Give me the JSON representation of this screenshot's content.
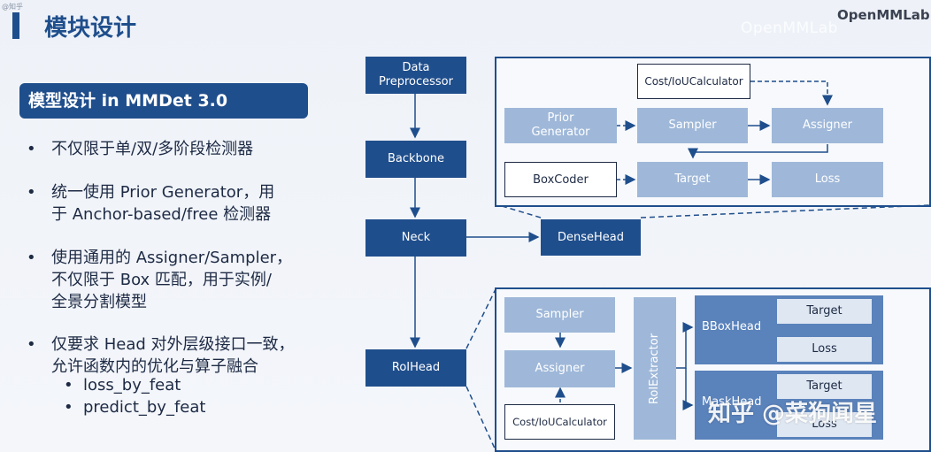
{
  "header": {
    "title": "模块设计",
    "logo": "OpenMMLab",
    "logo_ghost": "OpenMMLab",
    "corner_tiny": "@知乎"
  },
  "subtitle": "模型设计 in MMDet 3.0",
  "bullets": [
    {
      "dot": "•",
      "lines": [
        "不仅限于单/双/多阶段检测器"
      ]
    },
    {
      "dot": "•",
      "lines": [
        "统一使用 Prior Generator，用",
        "于 Anchor-based/free 检测器"
      ]
    },
    {
      "dot": "•",
      "lines": [
        "使用通用的 Assigner/Sampler，",
        "不仅限于 Box 匹配，用于实例/",
        "全景分割模型"
      ]
    },
    {
      "dot": "•",
      "lines": [
        "仅要求 Head 对外层级接口一致，",
        "允许函数内的优化与算子融合"
      ]
    }
  ],
  "sub_bullets": [
    "loss_by_feat",
    "predict_by_feat"
  ],
  "diagram": {
    "data_preprocessor": "Data\nPreprocessor",
    "backbone": "Backbone",
    "neck": "Neck",
    "dense_head": "DenseHead",
    "roi_head": "RoIHead",
    "dense_detail": {
      "cost_calc": "Cost/IoUCalculator",
      "prior_generator": "Prior\nGenerator",
      "sampler": "Sampler",
      "assigner": "Assigner",
      "box_coder": "BoxCoder",
      "target": "Target",
      "loss": "Loss"
    },
    "roi_detail": {
      "sampler": "Sampler",
      "assigner": "Assigner",
      "cost_calc": "Cost/IoUCalculator",
      "roi_extractor": "RoIExtractor",
      "bbox_head": "BBoxHead",
      "bbox_target": "Target",
      "bbox_loss": "Loss",
      "mask_head": "MaskHead",
      "mask_target": "Target",
      "mask_loss": "Loss"
    }
  },
  "watermark": "知乎 @菜狗闻星"
}
